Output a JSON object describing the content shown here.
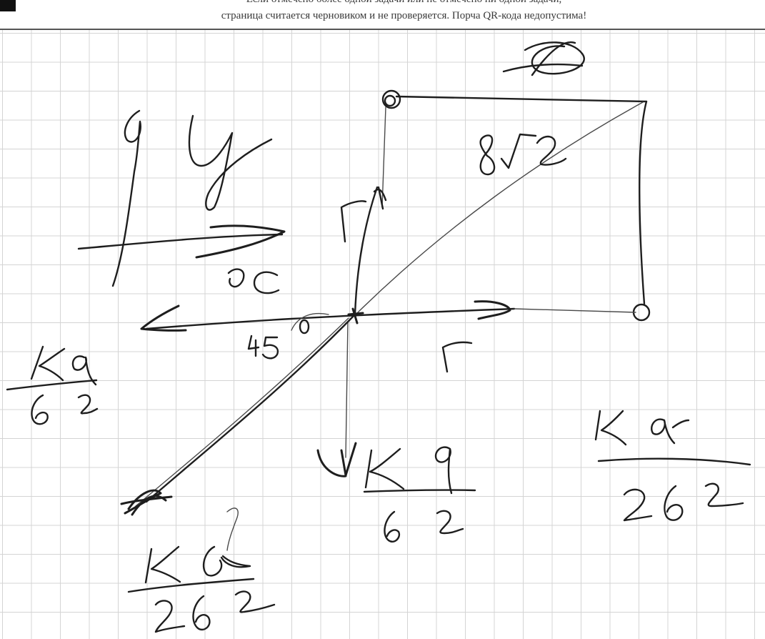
{
  "header": {
    "line1": "Если отмечено более одной задачи или не отмечено ни одной задачи,",
    "line2": "страница считается черновиком и не проверяется. Порча QR-кода недопустима!"
  },
  "sketch": {
    "left_axis_labels": [
      "q",
      "y",
      "x"
    ],
    "diagonal_label": "8√2",
    "angle_label": "45°",
    "field_labels": [
      "Г",
      "Г"
    ],
    "fraction_left": {
      "numerator": "Kq",
      "denominator": "b²"
    },
    "fraction_right": {
      "numerator": "Kq",
      "denominator": "2b²"
    },
    "fraction_bottom_center": {
      "numerator": "Kq",
      "denominator": "b²"
    },
    "fraction_bottom_left": {
      "numerator": "Kq",
      "denominator": "2b²"
    }
  },
  "colors": {
    "ink": "#1e1e1e",
    "grid": "#d4d4d4",
    "rule": "#555555",
    "header_text": "#3a3a3a"
  }
}
